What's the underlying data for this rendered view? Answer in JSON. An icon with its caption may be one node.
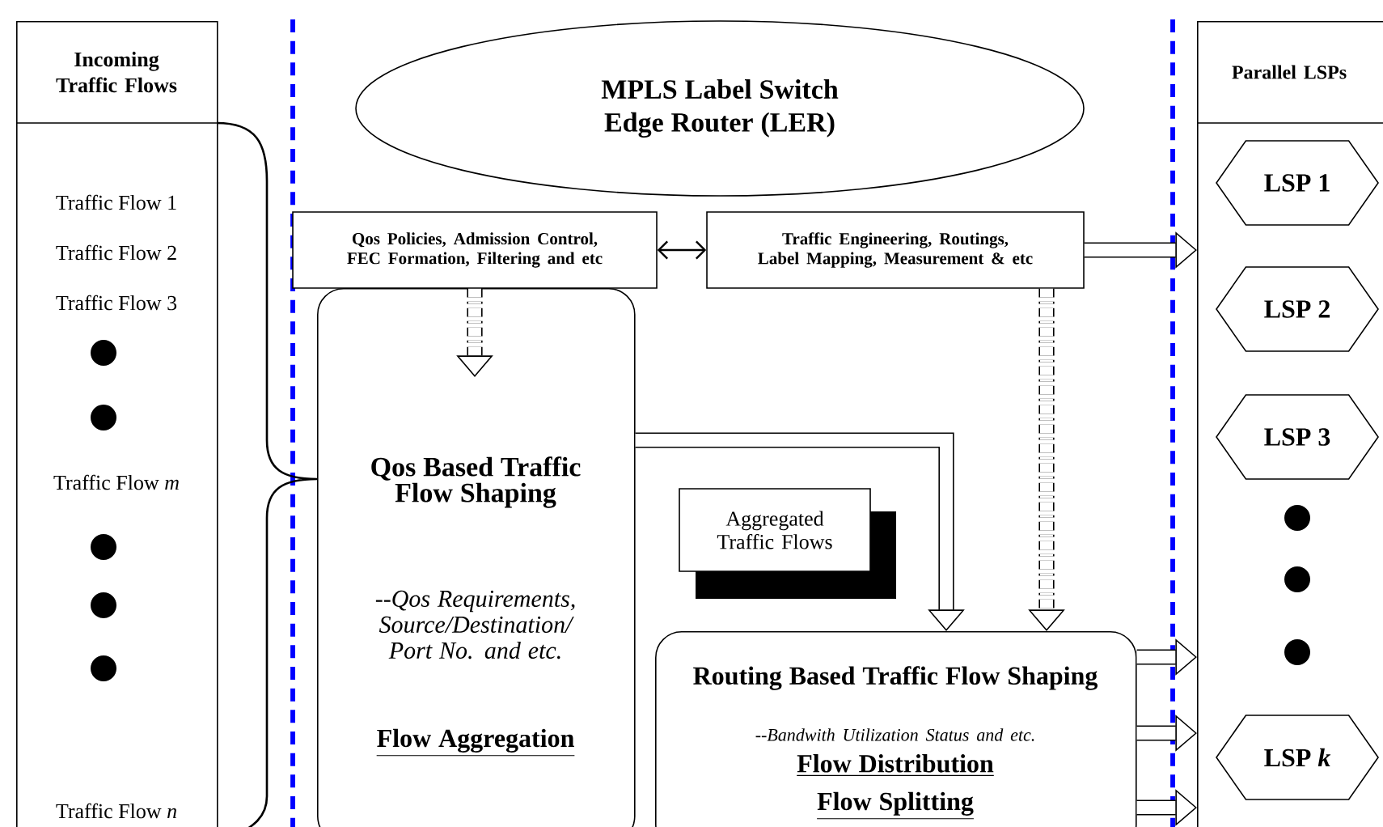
{
  "diagram": {
    "nodes": [
      {
        "text": [
          "Incoming Traffic Flows"
        ]
      },
      {
        "text": [
          "MPLS Label Switch Edge Router (LER)"
        ]
      },
      {
        "text": [
          "Qos Policies, Admission Control, FEC Formation, Filtering and etc"
        ]
      },
      {
        "text": [
          "Traffic Engineering, Routings, Label Mapping, Measurement & etc"
        ]
      },
      {
        "text": [
          "Qos Based Traffic Flow Shaping",
          "--Qos Requirements, Source/Destination/ Port No. and etc.",
          "Flow Aggregation"
        ]
      },
      {
        "text": [
          "Aggregated Traffic Flows"
        ]
      },
      {
        "text": [
          "Routing Based Traffic Flow Shaping",
          "--Bandwith Utilization Status and etc.",
          "Flow Distribution",
          "Flow Splitting"
        ]
      },
      {
        "text": [
          "Parallel LSPs"
        ]
      },
      {
        "text": [
          "LSP 1"
        ],
        "in": 7
      },
      {
        "text": [
          "LSP 2"
        ],
        "in": 7
      },
      {
        "text": [
          "LSP 3"
        ],
        "in": 7
      },
      {
        "text": [
          "LSP *k*"
        ],
        "in": 7
      }
    ],
    "edges": [
      {
        "from": 2,
        "to": 3,
        "arrow": "both"
      },
      {
        "from": 2,
        "to": 4,
        "arrow": "to",
        "style": "dashed"
      },
      {
        "from": 3,
        "to": 6,
        "arrow": "to",
        "style": "dashed"
      },
      {
        "from": 3,
        "to": 7,
        "arrow": "to"
      },
      {
        "from": 4,
        "to": 6,
        "arrow": "to"
      },
      {
        "from": 6,
        "to": 7,
        "arrow": "to"
      },
      {
        "from": 6,
        "to": 7,
        "arrow": "to"
      },
      {
        "from": 6,
        "to": 7,
        "arrow": "to"
      }
    ],
    "labels": [
      "Traffic Flow 1",
      "Traffic Flow 2",
      "Traffic Flow 3",
      "Traffic Flow *m*",
      "Traffic Flow *n*"
    ]
  }
}
